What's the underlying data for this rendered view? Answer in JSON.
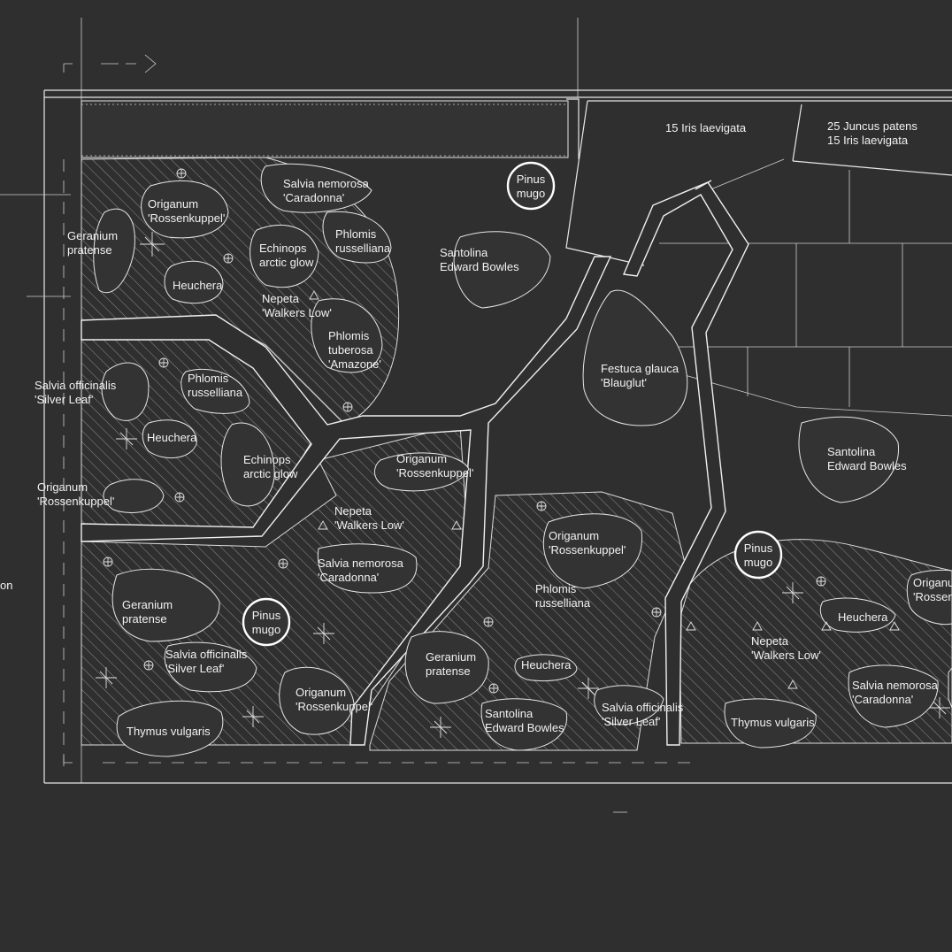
{
  "plants": {
    "iris_top": "15 Iris laevigata",
    "juncus_1": "25 Juncus patens",
    "juncus_2": "15 Iris laevigata",
    "pinus_1a": "Pinus",
    "pinus_1b": "mugo",
    "pinus_2a": "Pinus",
    "pinus_2b": "mugo",
    "pinus_3a": "Pinus",
    "pinus_3b": "mugo",
    "salvia_nem_1a": "Salvia nemorosa",
    "salvia_nem_1b": "'Caradonna'",
    "origanum_1a": "Origanum",
    "origanum_1b": "'Rossenkuppel'",
    "geranium_1a": "Geranium",
    "geranium_1b": "pratense",
    "echinops_1a": "Echinops",
    "echinops_1b": "arctic glow",
    "phlomis_r_1a": "Phlomis",
    "phlomis_r_1b": "russelliana",
    "heuchera_1": "Heuchera",
    "nepeta_1a": "Nepeta",
    "nepeta_1b": "'Walkers Low'",
    "phlomis_t_a": "Phlomis",
    "phlomis_t_b": "tuberosa",
    "phlomis_t_c": "'Amazone'",
    "santolina_1a": "Santolina",
    "santolina_1b": "Edward Bowles",
    "festuca_a": "Festuca glauca",
    "festuca_b": "'Blauglut'",
    "salvia_off_1a": "Salvia officinalis",
    "salvia_off_1b": "'Silver Leaf'",
    "phlomis_r_2a": "Phlomis",
    "phlomis_r_2b": "russelliana",
    "heuchera_2": "Heuchera",
    "echinops_2a": "Echinops",
    "echinops_2b": "arctic glow",
    "origanum_2a": "Origanum",
    "origanum_2b": "'Rossenkuppel'",
    "origanum_3a": "Origanum",
    "origanum_3b": "'Rossenkuppel'",
    "nepeta_2a": "Nepeta",
    "nepeta_2b": "'Walkers Low'",
    "santolina_2a": "Santolina",
    "santolina_2b": "Edward Bowles",
    "origanum_4a": "Origanum",
    "origanum_4b": "'Rossenkuppel'",
    "salvia_nem_2a": "Salvia nemorosa",
    "salvia_nem_2b": "'Caradonna'",
    "phlomis_r_3a": "Phlomis",
    "phlomis_r_3b": "russelliana",
    "geranium_2a": "Geranium",
    "geranium_2b": "pratense",
    "salvia_off_2a": "Salvia officinalis",
    "salvia_off_2b": "'Silver Leaf'",
    "geranium_3a": "Geranium",
    "geranium_3b": "pratense",
    "heuchera_3": "Heuchera",
    "origanum_5a": "Origanum",
    "origanum_5b": "'Rossenkuppel'",
    "origanum_6a": "Origanu",
    "origanum_6b": "'Rossen",
    "heuchera_4": "Heuchera",
    "nepeta_3a": "Nepeta",
    "nepeta_3b": "'Walkers Low'",
    "thymus_1": "Thymus vulgaris",
    "santolina_3a": "Santolina",
    "santolina_3b": "Edward Bowles",
    "salvia_off_3a": "Salvia officinalis",
    "salvia_off_3b": "'Silver Leaf'",
    "thymus_2": "Thymus vulgaris",
    "salvia_nem_3a": "Salvia nemorosa",
    "salvia_nem_3b": "'Caradonna'",
    "edge_on": "on"
  }
}
